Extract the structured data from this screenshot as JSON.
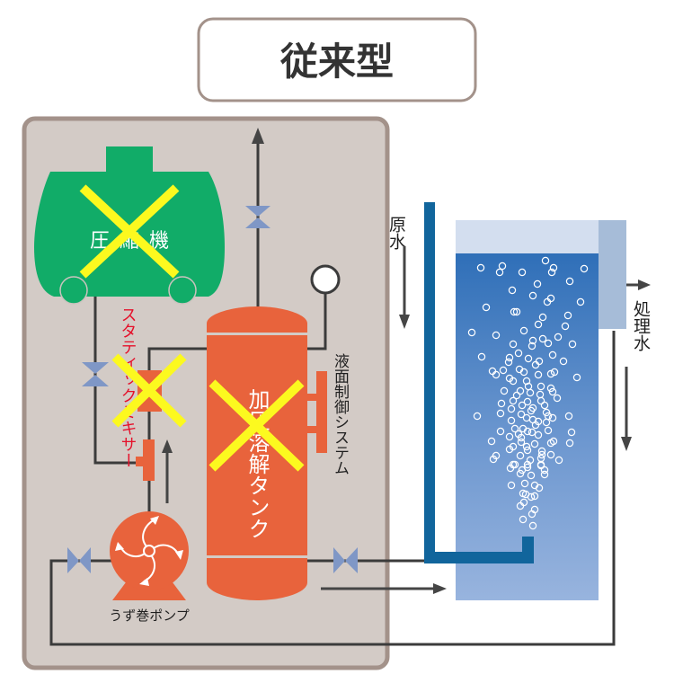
{
  "title": "従来型",
  "colors": {
    "panel_fill": "#d3cbc6",
    "panel_border": "#a3928a",
    "compressor": "#11ac68",
    "equipment": "#e8633c",
    "valve": "#7f97c6",
    "cross_mark": "#fcf91f",
    "raw_water_pipe": "#11659c",
    "basin_top": "#d3deef",
    "basin_water_top": "#2f6fb8",
    "basin_water_bottom": "#98b4de",
    "overflow_chamber": "#a6bcd8",
    "label_red": "#e5102a"
  },
  "components": {
    "compressor": {
      "label_chars": [
        "圧",
        "縮",
        "機"
      ],
      "status": "crossed-out"
    },
    "static_mixer": {
      "label": "スタティックミキサー",
      "status": "crossed-out"
    },
    "pressure_tank": {
      "label": "加圧溶解タンク",
      "status": "crossed-out"
    },
    "level_control": {
      "label": "液面制御システム"
    },
    "pump": {
      "label": "うず巻ポンプ"
    }
  },
  "flows": {
    "raw_water": "原水",
    "treated_water": "処理水"
  },
  "icons": {
    "valve": "valve-icon",
    "pressure_gauge": "gauge-icon",
    "cross_mark": "cross-mark-icon",
    "flow_arrow": "arrow-icon",
    "impeller": "impeller-icon"
  }
}
